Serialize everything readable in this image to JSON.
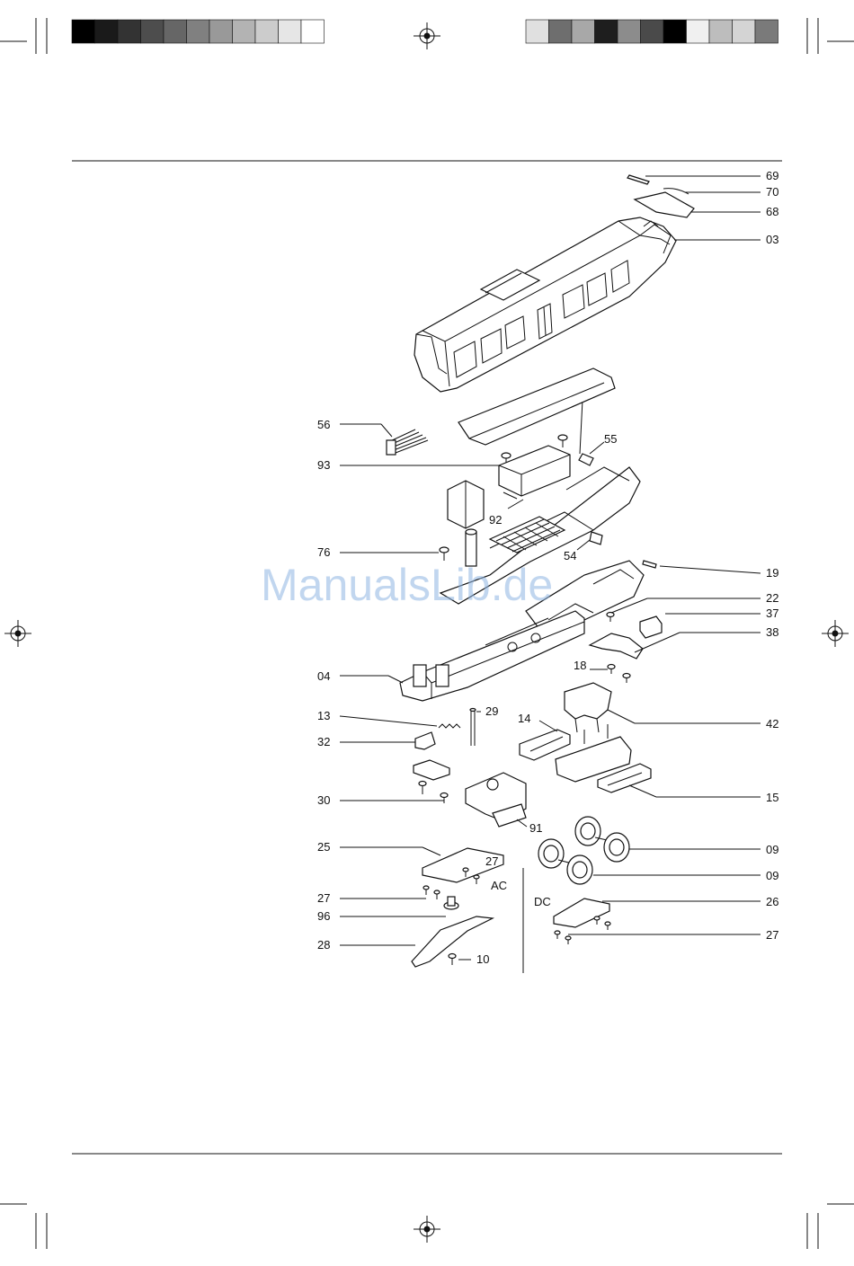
{
  "watermark": "ManualsLib.de",
  "colors": {
    "watermark": "#8fb6e3",
    "ink": "#111111",
    "bar_left": [
      "#000000",
      "#1a1a1a",
      "#333333",
      "#4d4d4d",
      "#666666",
      "#808080",
      "#999999",
      "#b3b3b3",
      "#cccccc",
      "#e6e6e6",
      "#ffffff"
    ],
    "bar_right": [
      "#e0e0e0",
      "#6e6e6e",
      "#a8a8a8",
      "#1e1e1e",
      "#8c8c8c",
      "#4a4a4a",
      "#000000",
      "#f0f0f0",
      "#bdbdbd",
      "#d4d4d4",
      "#7a7a7a"
    ]
  },
  "diagram": {
    "part_labels": {
      "p69": "69",
      "p70": "70",
      "p68": "68",
      "p03": "03",
      "p56": "56",
      "p55": "55",
      "p93": "93",
      "p92": "92",
      "p76": "76",
      "p54": "54",
      "p19": "19",
      "p22": "22",
      "p37": "37",
      "p38": "38",
      "p04": "04",
      "p18": "18",
      "p13": "13",
      "p29": "29",
      "p14": "14",
      "p42": "42",
      "p32": "32",
      "p30": "30",
      "p15": "15",
      "p91": "91",
      "p25": "25",
      "p27a": "27",
      "p09a": "09",
      "p09b": "09",
      "p27b": "27",
      "p26": "26",
      "p96": "96",
      "p28": "28",
      "p10": "10",
      "p27c": "27"
    },
    "variant_labels": {
      "ac": "AC",
      "dc": "DC"
    }
  }
}
